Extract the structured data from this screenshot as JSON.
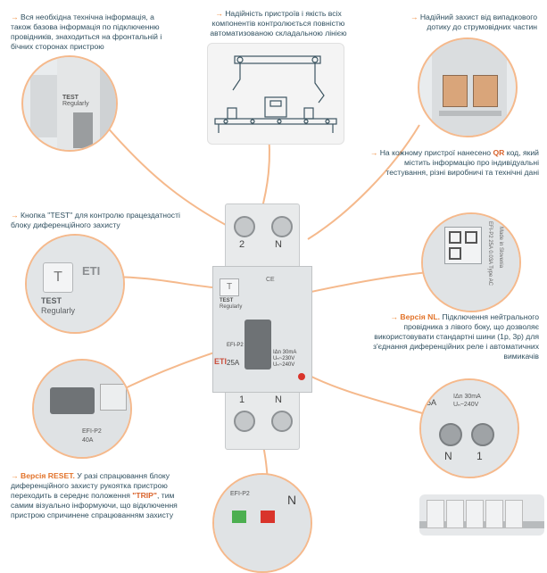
{
  "captions": {
    "c1": "Вся необхідна технічна інформація, а також базова інформація по підключенню провідників, знаходиться на фронтальній і бічних сторонах пристрою",
    "c2": "Надійність пристроїв і якість всіх компонентів контролюється повністю автоматизованою складальною лінією",
    "c3": "Надійний захист від випадкового дотику до струмовідних частин",
    "c4_pre": "На кожному пристрої нанесено",
    "c4_qr": "QR",
    "c4_post": "код, який містить інформацію про індивідуальні тестування, різні виробничі та технічні дані",
    "c5": "Кнопка \"TEST\" для контролю працездатності блоку диференційного захисту",
    "c6_title": "Версія NL.",
    "c6_body": "Підключення нейтрального провідника з лівого боку, що дозволяє використовувати стандартні шини (1р, 3р) для з'єднання диференційних реле і автоматичних вимикачів",
    "c7_title": "Версія RESET.",
    "c7_body_a": "У разі спрацювання блоку диференційного захисту рукоятка пристрою переходить в середнє положення",
    "c7_trip": "\"TRIP\"",
    "c7_body_b": ", тим самим візуально інформуючи, що відключення пристрою спричинене спрацюванням захисту"
  },
  "device": {
    "terminal_top_left": "2",
    "terminal_top_right": "N",
    "terminal_bottom_left": "1",
    "terminal_bottom_right": "N",
    "test_button": "T",
    "test_label": "TEST",
    "test_sub": "Regularly",
    "model": "EFI-P2",
    "rating": "25A",
    "spec1": "IΔn 30mA",
    "spec2": "Uₙ~230V",
    "spec3": "Uₙ~240V",
    "brand": "ETI",
    "ce": "CE"
  },
  "zoom": {
    "side_label": "TEST",
    "side_sub": "Regularly",
    "nl_spec1": "IΔn 30mA",
    "nl_spec2": "Uₙ~240V",
    "nl_rating": "5A",
    "nl_t1": "1",
    "nl_t2": "N",
    "reset_model": "EFI-P2",
    "reset_rating": "40A",
    "bottom_model": "EFI-P2",
    "bottom_n": "N",
    "qr_text": "EFI-P2 25A 0.03A Type AC",
    "made_in": "Made in Slovenia"
  },
  "colors": {
    "accent": "#f08a3c",
    "text": "#2f4f5f",
    "ring": "#f5b98c",
    "device": "#dcdfe1"
  }
}
